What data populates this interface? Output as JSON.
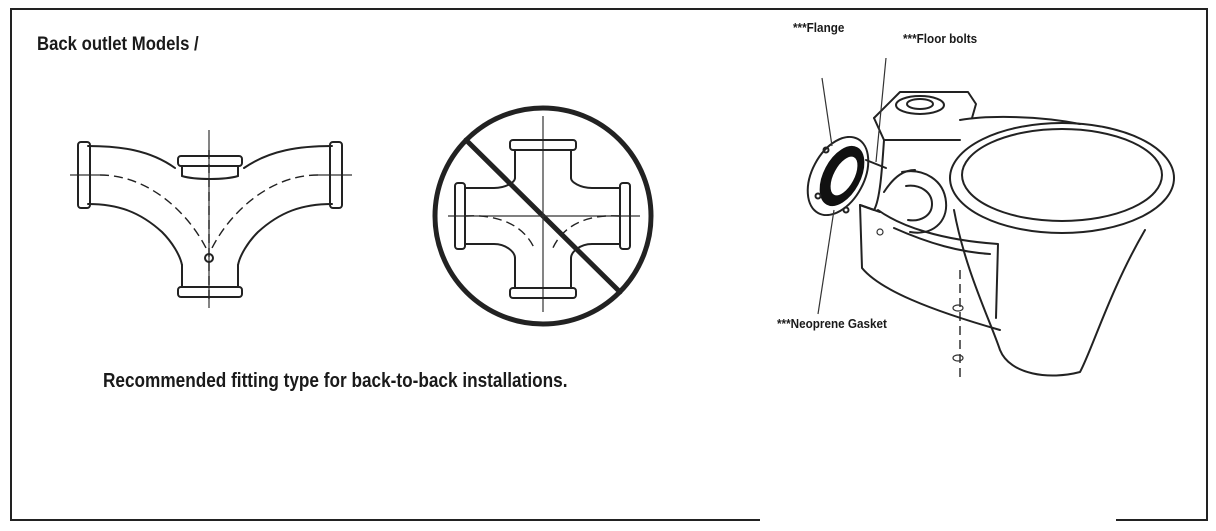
{
  "header": {
    "title": "Back outlet Models /"
  },
  "caption": {
    "text": "Recommended fitting type for back-to-back installations."
  },
  "callouts": {
    "flange": "***Flange",
    "floor_bolts": "***Floor bolts",
    "gasket": "***Neoprene Gasket"
  },
  "icons": {
    "recommended": "double-wye-fitting-icon",
    "prohibited": "cross-fitting-prohibited-icon",
    "toilet": "back-outlet-toilet-diagram"
  },
  "colors": {
    "line": "#222222",
    "background": "#ffffff"
  }
}
